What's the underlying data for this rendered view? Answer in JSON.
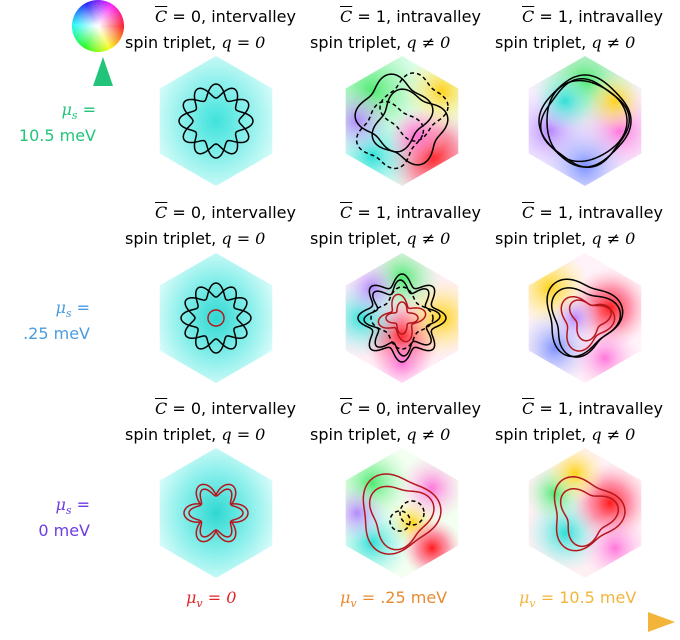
{
  "colors": {
    "axis_green": "#22c47a",
    "axis_blue": "#4a9be0",
    "axis_purple": "#6c3de0",
    "axis_red": "#e0242a",
    "axis_orange": "#e88a30",
    "axis_yellow": "#f2b53a",
    "contour_black": "#000000",
    "contour_red": "#b5161c",
    "cyan": "#8ff0ec"
  },
  "rows": [
    {
      "mu_s_symbol": "μ",
      "mu_s_sub": "s",
      "mu_s_eq": " =",
      "mu_s_value": "10.5 meV",
      "panels": [
        {
          "c_value": "0",
          "valley": "intervalley",
          "triplet": "spin triplet,",
          "q": "q = 0"
        },
        {
          "c_value": "1",
          "valley": "intravalley",
          "triplet": "spin triplet,",
          "q": "q ≠ 0"
        },
        {
          "c_value": "1",
          "valley": "intravalley",
          "triplet": "spin triplet,",
          "q": "q ≠ 0"
        }
      ]
    },
    {
      "mu_s_symbol": "μ",
      "mu_s_sub": "s",
      "mu_s_eq": " =",
      "mu_s_value": ".25 meV",
      "panels": [
        {
          "c_value": "0",
          "valley": "intervalley",
          "triplet": "spin triplet,",
          "q": "q = 0"
        },
        {
          "c_value": "1",
          "valley": "intravalley",
          "triplet": "spin triplet,",
          "q": "q ≠ 0"
        },
        {
          "c_value": "1",
          "valley": "intravalley",
          "triplet": "spin triplet,",
          "q": "q ≠ 0"
        }
      ]
    },
    {
      "mu_s_symbol": "μ",
      "mu_s_sub": "s",
      "mu_s_eq": " =",
      "mu_s_value": "0 meV",
      "panels": [
        {
          "c_value": "0",
          "valley": "intervalley",
          "triplet": "spin triplet,",
          "q": "q = 0"
        },
        {
          "c_value": "0",
          "valley": "intervalley",
          "triplet": "spin triplet,",
          "q": "q ≠ 0"
        },
        {
          "c_value": "1",
          "valley": "intravalley",
          "triplet": "spin triplet,",
          "q": "q ≠ 0"
        }
      ]
    }
  ],
  "columns": [
    {
      "mu_v_symbol": "μ",
      "mu_v_sub": "v",
      "mu_v_eq": " = ",
      "mu_v_value": "0"
    },
    {
      "mu_v_symbol": "μ",
      "mu_v_sub": "v",
      "mu_v_eq": " = ",
      "mu_v_value": ".25 meV"
    },
    {
      "mu_v_symbol": "μ",
      "mu_v_sub": "v",
      "mu_v_eq": " = ",
      "mu_v_value": "10.5 meV"
    }
  ],
  "c_symbol": "C",
  "c_eq": " = "
}
